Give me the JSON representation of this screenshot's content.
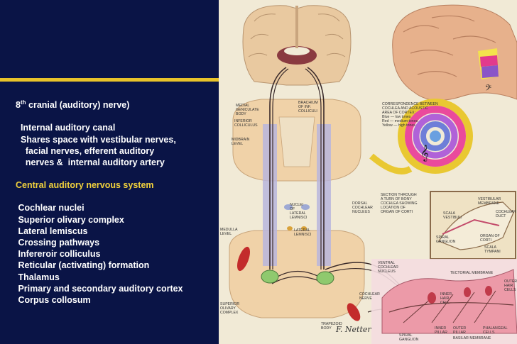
{
  "left_panel": {
    "heading_sup": "th",
    "heading": "cranial (auditory) nerve)",
    "heading_num": "8",
    "canal_lines": [
      "Internal auditory canal",
      "Shares space with vestibular nerves,",
      "  facial nerves, efferent auditory",
      "  nerves &  internal auditory artery"
    ],
    "central_heading": "Central auditory nervous system",
    "pathway_items": [
      "Cochlear nuclei",
      "Superior olivary complex",
      "Lateral lemiscus",
      "Crossing pathways",
      "Infereroir colliculus",
      "Reticular (activating) formation",
      "Thalamus",
      "Primary and secondary auditory cortex",
      "Corpus collosum"
    ]
  },
  "illustration": {
    "labels": {
      "medial_geniculate": [
        "MEDIAL",
        "GENICULATE",
        "BODY"
      ],
      "brachium": [
        "BRACHIUM",
        "OF INF.",
        "COLLICULI"
      ],
      "inferior_colliculus": [
        "INFERIOR",
        "COLLICULUS"
      ],
      "midbrain": [
        "MIDBRAIN",
        "LEVEL"
      ],
      "nuclei_lateral": [
        "NUCLEI",
        "OF",
        "LATERAL",
        "LEMNISCI"
      ],
      "lateral_lemnisci": [
        "LATERAL",
        "LEMNISCI"
      ],
      "medulla": [
        "MEDULLA",
        "LEVEL"
      ],
      "dorsal_cochlear": [
        "DORSAL",
        "COCHLEAR",
        "NUCLEUS"
      ],
      "ventral_cochlear": [
        "VENTRAL",
        "COCHLEAR",
        "NUCLEUS"
      ],
      "superior_olivary": [
        "SUPERIOR",
        "OLIVARY",
        "COMPLEX"
      ],
      "trapezoid": [
        "TRAPEZOID",
        "BODY"
      ],
      "cochlear_nerve": [
        "COCHLEAR",
        "NERVE"
      ],
      "correspondence": [
        "CORRESPONDENCE BETWEEN",
        "COCHLEA AND ACOUSTIC",
        "AREA OF CORTEX:",
        "Blue — low tones",
        "Red — medium tones",
        "Yellow — high tones"
      ],
      "section": [
        "SECTION THROUGH",
        "A TURN OF BONY",
        "COCHLEA SHOWING",
        "LOCATION OF",
        "ORGAN OF CORTI"
      ],
      "vestibular_membrane": [
        "VESTIBULAR",
        "MEMBRANE"
      ],
      "scala_vestibuli": [
        "SCALA",
        "VESTIBULI"
      ],
      "cochlear_duct": [
        "COCHLEAR",
        "DUCT"
      ],
      "organ_of_corti": [
        "ORGAN OF",
        "CORTI"
      ],
      "spiral_ganglion": [
        "SPIRAL",
        "GANGLION"
      ],
      "scala_tympani": [
        "SCALA",
        "TYMPANI"
      ],
      "tectorial": [
        "TECTORIAL MEMBRANE"
      ],
      "outer_hair": [
        "OUTER",
        "HAIR",
        "CELLS"
      ],
      "inner_hair": [
        "INNER",
        "HAIR",
        "CELL"
      ],
      "inner_pillar": [
        "INNER",
        "PILLAR"
      ],
      "outer_pillar": [
        "OUTER",
        "PILLAR"
      ],
      "phalangeal": [
        "PHALANGEAL",
        "CELLS"
      ],
      "basilar": [
        "BASILAR MEMBRANE"
      ],
      "spiral_ganglion_bottom": [
        "SPIRAL",
        "GANGLION"
      ]
    },
    "signature": "F. Netter"
  },
  "colors": {
    "background": "#0a1446",
    "rule": "#e8c32a",
    "text": "#ffffff",
    "accent_text": "#f2d23c"
  }
}
